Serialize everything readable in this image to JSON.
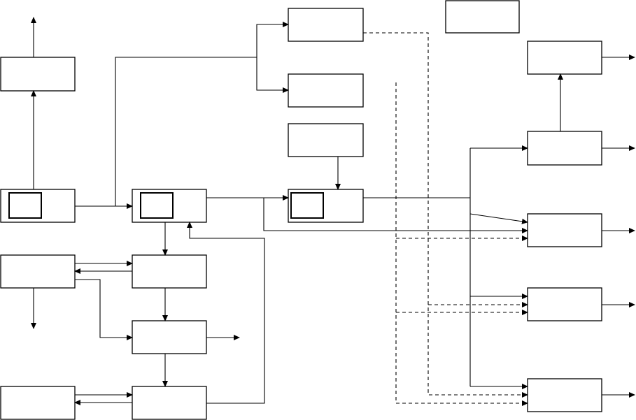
{
  "diagram": {
    "type": "block-diagram",
    "text_labels": [],
    "stroke_color": "#000000",
    "background_color": "#ffffff",
    "box_count": 20,
    "inner_box_count": 3
  }
}
